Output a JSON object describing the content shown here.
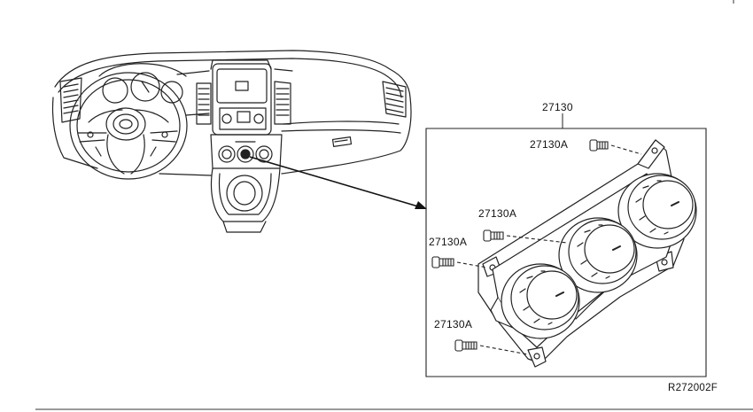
{
  "labels": {
    "main_part": "27130",
    "screw_1": "27130A",
    "screw_2": "27130A",
    "screw_3": "27130A",
    "screw_4": "27130A",
    "reference": "R272002F"
  }
}
